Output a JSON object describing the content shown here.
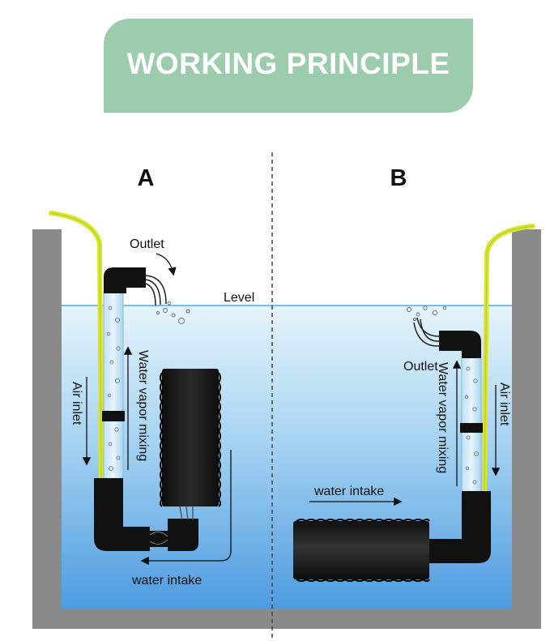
{
  "banner": {
    "title": "WORKING PRINCIPLE"
  },
  "panels": {
    "a": {
      "letter": "A",
      "outlet": "Outlet",
      "level": "Level",
      "air_inlet": "Air inlet",
      "water_vapor_mixing": "Water vapor mixing",
      "water_intake": "water intake"
    },
    "b": {
      "letter": "B",
      "outlet": "Outlet",
      "air_inlet": "Air inlet",
      "water_vapor_mixing": "Water vapor mixing",
      "water_intake": "water intake"
    }
  },
  "colors": {
    "banner": "#9dcbae",
    "tank_wall": "#8a8a8a",
    "water_top": "#dff0fa",
    "water_bottom": "#4f9ee0",
    "air_tube": "#d8e830",
    "pipe": "#111111"
  }
}
